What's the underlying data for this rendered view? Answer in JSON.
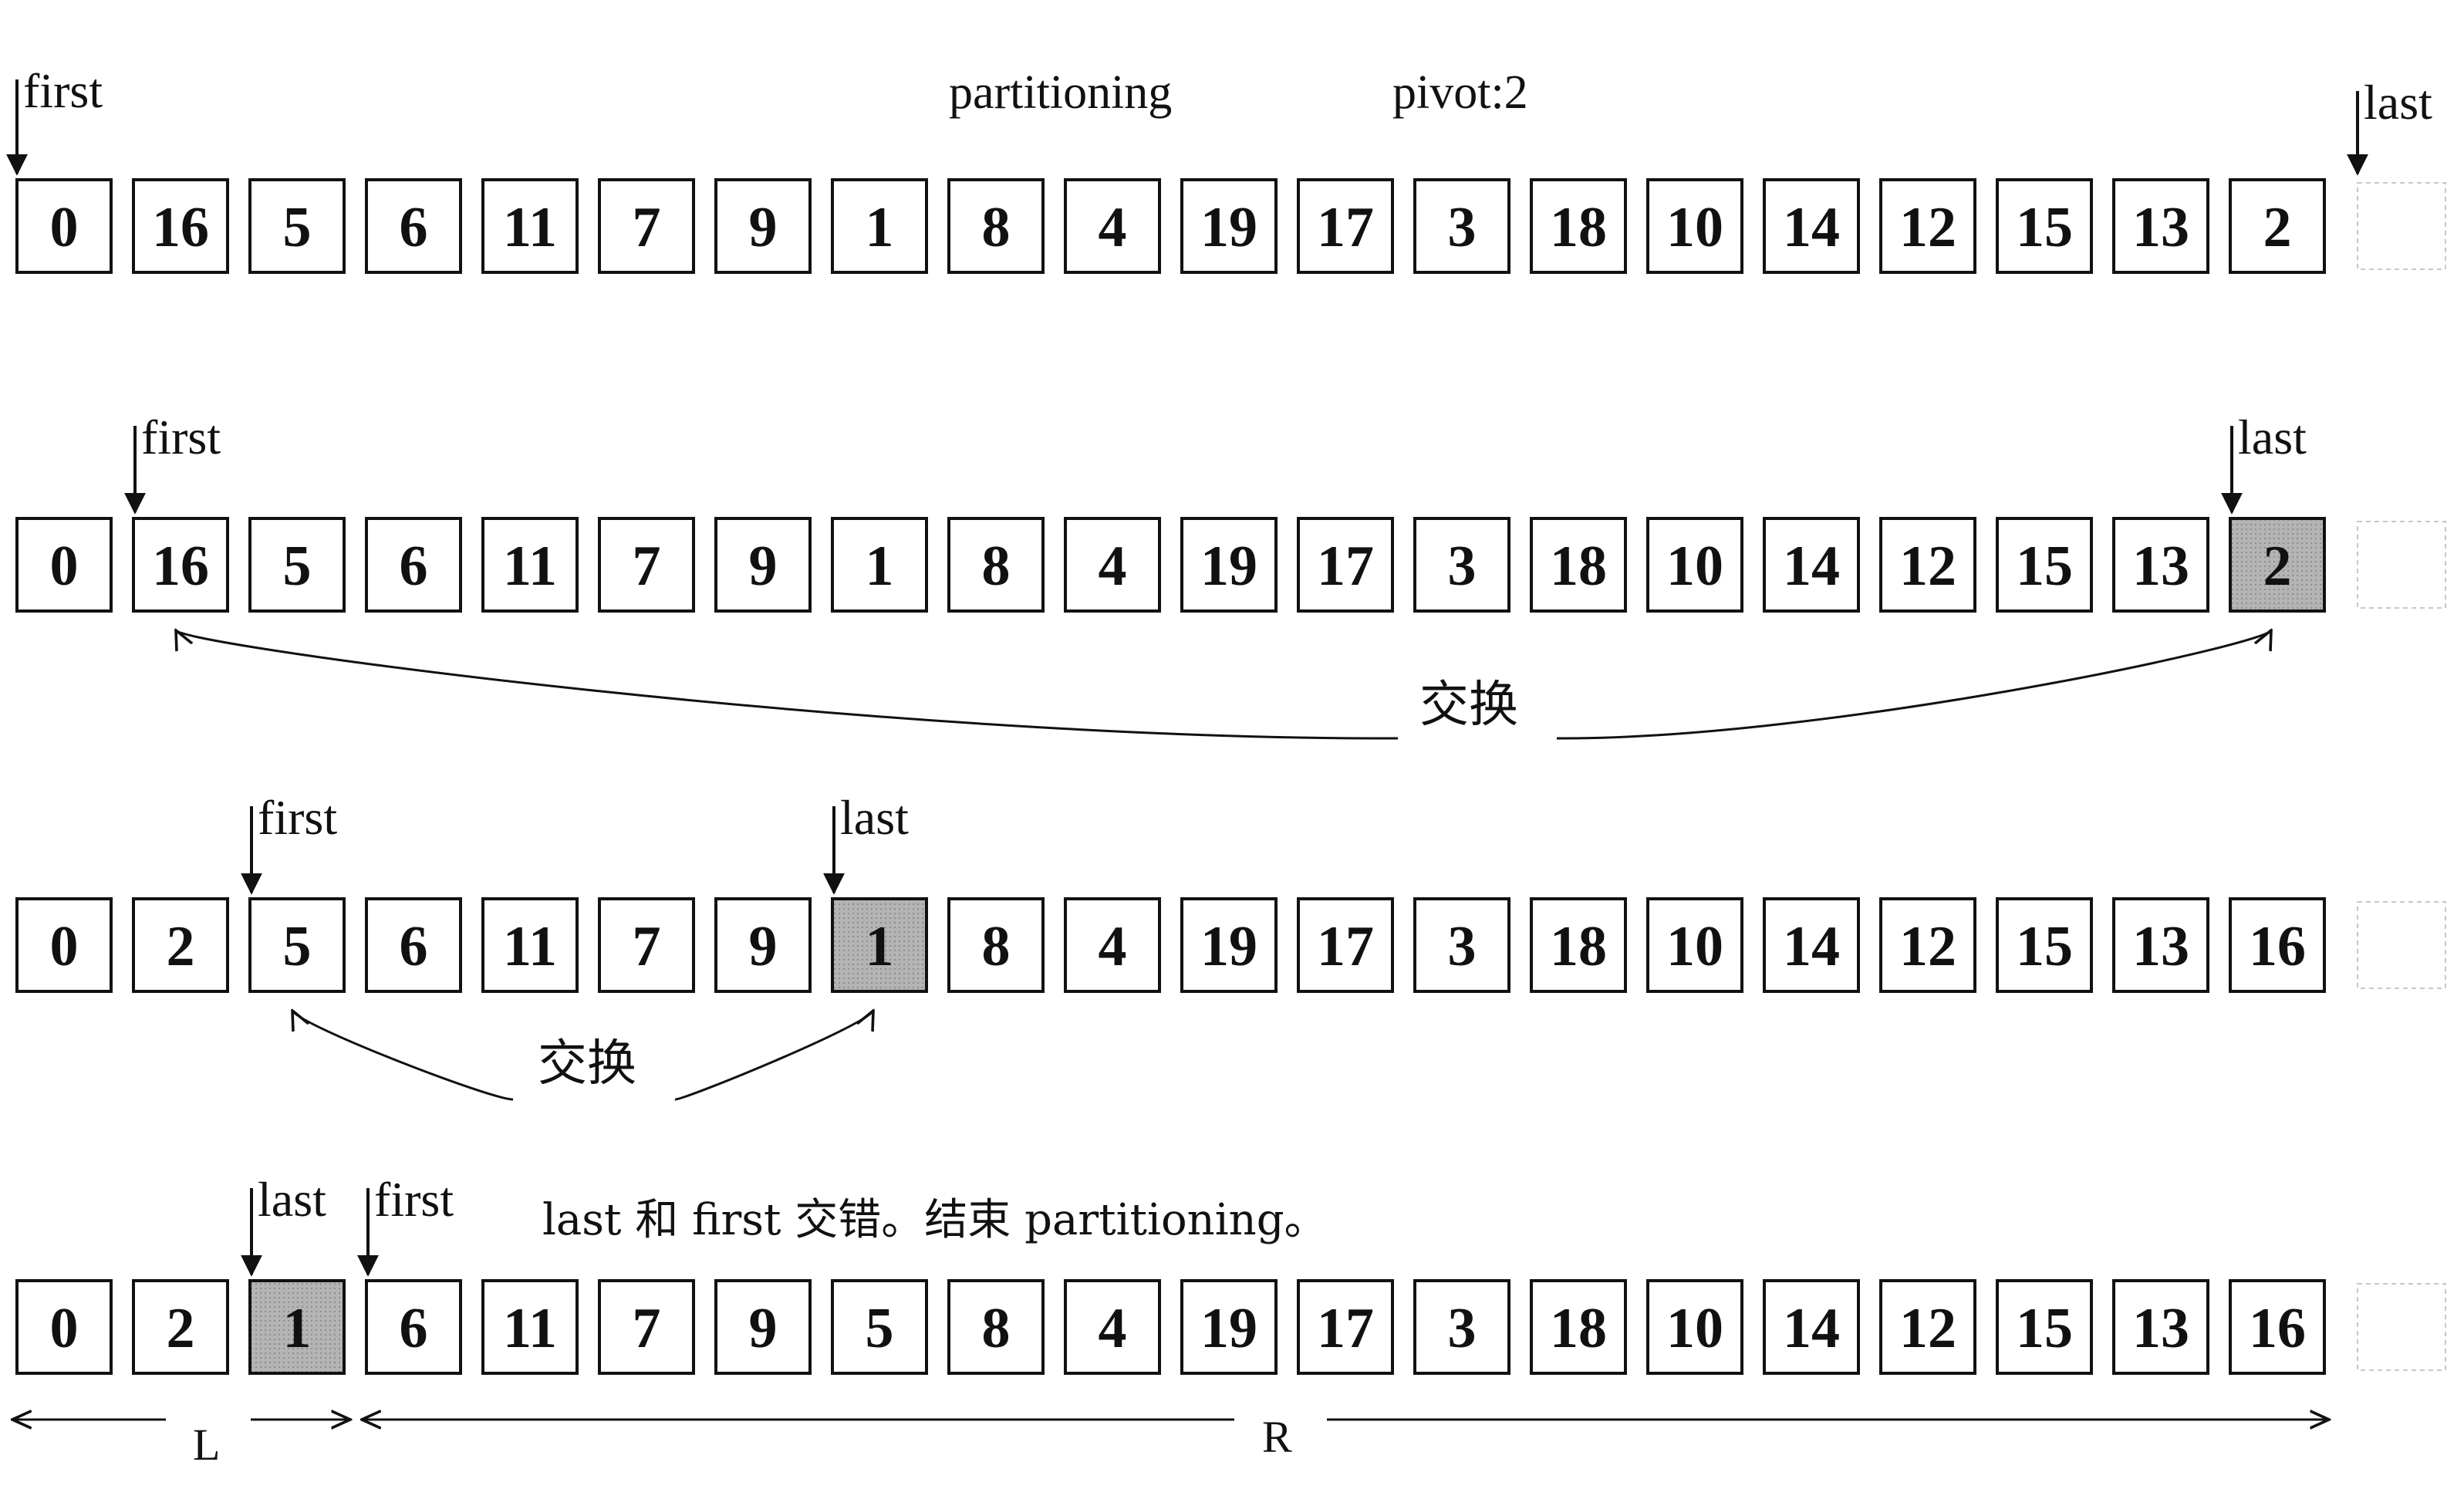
{
  "header": {
    "title": "partitioning",
    "pivot": "pivot:2"
  },
  "pointer_labels": {
    "first": "first",
    "last": "last"
  },
  "swap_label": "交换",
  "end_note": "last 和 first 交错。结束 partitioning。",
  "range_labels": {
    "left": "L",
    "right": "R"
  },
  "colors": {
    "border": "#111111",
    "highlight": "#a8a8a8",
    "ghost": "#c8c8c8"
  },
  "rows": [
    {
      "cells": [
        0,
        16,
        5,
        6,
        11,
        7,
        9,
        1,
        8,
        4,
        19,
        17,
        3,
        18,
        10,
        14,
        12,
        15,
        13,
        2
      ],
      "highlight": [],
      "first_index": 0,
      "last_index": 20
    },
    {
      "cells": [
        0,
        16,
        5,
        6,
        11,
        7,
        9,
        1,
        8,
        4,
        19,
        17,
        3,
        18,
        10,
        14,
        12,
        15,
        13,
        2
      ],
      "highlight": [
        19
      ],
      "first_index": 1,
      "last_index": 19,
      "swap": [
        1,
        19
      ]
    },
    {
      "cells": [
        0,
        2,
        5,
        6,
        11,
        7,
        9,
        1,
        8,
        4,
        19,
        17,
        3,
        18,
        10,
        14,
        12,
        15,
        13,
        16
      ],
      "highlight": [
        7
      ],
      "first_index": 2,
      "last_index": 7,
      "swap": [
        2,
        7
      ]
    },
    {
      "cells": [
        0,
        2,
        1,
        6,
        11,
        7,
        9,
        5,
        8,
        4,
        19,
        17,
        3,
        18,
        10,
        14,
        12,
        15,
        13,
        16
      ],
      "highlight": [
        2
      ],
      "first_index": 3,
      "last_index": 2,
      "ranges": {
        "left": [
          0,
          2
        ],
        "right": [
          3,
          19
        ]
      }
    }
  ]
}
